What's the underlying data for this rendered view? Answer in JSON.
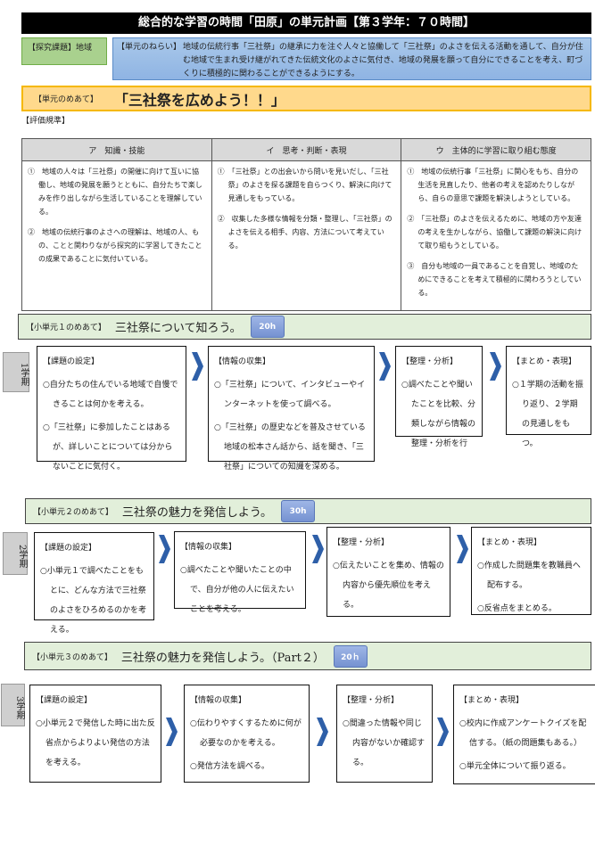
{
  "title": "総合的な学習の時間「田原」の単元計画【第３学年：７０時間】",
  "theme": "【探究課題】地域",
  "aim": {
    "label": "【単元のねらい】",
    "text": "地域の伝統行事「三社祭」の継承に力を注ぐ人々と協働して「三社祭」のよさを伝える活動を通して、自分が住む地域で生まれ受け継がれてきた伝統文化のよさに気付き、地域の発展を願って自分にできることを考え、町づくりに積極的に関わることができるようにする。"
  },
  "goal": {
    "label": "【単元のめあて】",
    "text": "「三社祭を広めよう！！」"
  },
  "criteria_label": "【評価規準】",
  "criteria": [
    {
      "header": "ア　知識・技能",
      "items": [
        "①　地域の人々は「三社祭」の開催に向けて互いに協働し、地域の発展を願うとともに、自分たちで楽しみを作り出しながら生活していることを理解している。",
        "②　地域の伝統行事のよさへの理解は、地域の人、もの、ことと関わりながら探究的に学習してきたことの成果であることに気付いている。"
      ]
    },
    {
      "header": "イ　思考・判断・表現",
      "items": [
        "①　「三社祭」との出会いから問いを見いだし、「三社祭」のよさを探る課題を自らつくり、解決に向けて見通しをもっている。",
        "②　収集した多様な情報を分類・整理し、「三社祭」のよさを伝える相手、内容、方法について考えている。"
      ]
    },
    {
      "header": "ウ　主体的に学習に取り組む態度",
      "items": [
        "①　地域の伝統行事「三社祭」に関心をもち、自分の生活を見直したり、他者の考えを認めたりしながら、自らの意思で課題を解決しようとしている。",
        "②　「三社祭」のよさを伝えるために、地域の方や友達の考えを生かしながら、協働して課題の解決に向けて取り組もうとしている。",
        "③　自分も地域の一員であることを自覚し、地域のためにできることを考えて積極的に関わろうとしている。"
      ]
    }
  ],
  "units": [
    {
      "label": "【小単元１のめあて】",
      "text": "三社祭について知ろう。",
      "hours": "20h",
      "term": "1学期",
      "steps": [
        {
          "title": "【課題の設定】",
          "items": [
            "○自分たちの住んでいる地域で自慢できることは何かを考える。",
            "○「三社祭」に参加したことはあるが、詳しいことについては分からないことに気付く。"
          ]
        },
        {
          "title": "【情報の収集】",
          "items": [
            "○「三社祭」について、インタビューやインターネットを使って調べる。",
            "○「三社祭」の歴史などを普及させている地域の松本さん話から、話を聞き、「三社祭」についての知識を深める。"
          ]
        },
        {
          "title": "【整理・分析】",
          "items": [
            "○調べたことや聞いたことを比較、分類しながら情報の整理・分析を行"
          ]
        },
        {
          "title": "【まとめ・表現】",
          "items": [
            "○１学期の活動を振り返り、２学期の見通しをもつ。"
          ]
        }
      ]
    },
    {
      "label": "【小単元２のめあて】",
      "text": "三社祭の魅力を発信しよう。",
      "hours": "30h",
      "term": "2学期",
      "steps": [
        {
          "title": "【課題の設定】",
          "items": [
            "○小単元１で調べたことをもとに、どんな方法で三社祭のよさをひろめるのかを考える。"
          ]
        },
        {
          "title": "【情報の収集】",
          "items": [
            "○調べたことや聞いたことの中で、自分が他の人に伝えたいことを考える。"
          ]
        },
        {
          "title": "【整理・分析】",
          "items": [
            "○伝えたいことを集め、情報の内容から優先順位を考える。"
          ]
        },
        {
          "title": "【まとめ・表現】",
          "items": [
            "○作成した問題集を教職員へ配布する。",
            "○反省点をまとめる。"
          ]
        }
      ]
    },
    {
      "label": "【小単元３のめあて】",
      "text": "三社祭の魅力を発信しよう。（Part２）",
      "hours": "20ｈ",
      "term": "3学期",
      "steps": [
        {
          "title": "【課題の設定】",
          "items": [
            "○小単元２で発信した時に出た反省点からよりよい発信の方法を考える。"
          ]
        },
        {
          "title": "【情報の収集】",
          "items": [
            "○伝わりやすくするために何が必要なのかを考える。",
            "○発信方法を調べる。"
          ]
        },
        {
          "title": "【整理・分析】",
          "items": [
            "○間違った情報や同じ内容がないか確認する。"
          ]
        },
        {
          "title": "【まとめ・表現】",
          "items": [
            "○校内に作成アンケートクイズを配信する。（紙の問題集もある。）",
            "○単元全体について振り返る。"
          ]
        }
      ]
    }
  ],
  "colors": {
    "arrow": "#2e5fa8",
    "unit_bg": "#e2efda",
    "goal_bg": "#ffd98c"
  }
}
